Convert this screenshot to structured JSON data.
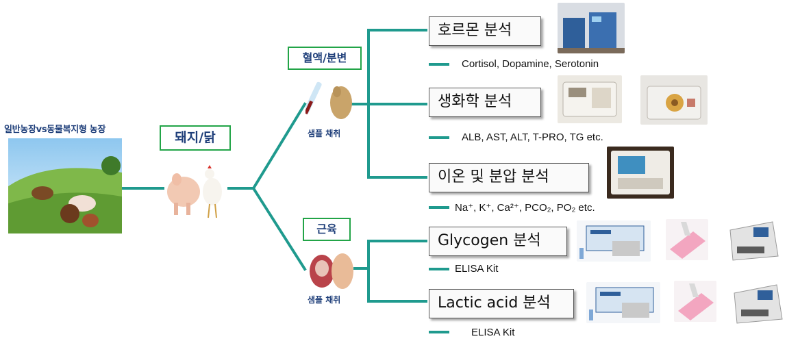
{
  "farm_title": "일반농장vs동물복지형 농장",
  "animals_label": "돼지/닭",
  "branches": {
    "blood": {
      "label": "혈액/분변",
      "sample_label": "샘플 채취"
    },
    "muscle": {
      "label": "근육",
      "sample_label": "샘플 채취"
    }
  },
  "analyses": [
    {
      "title": "호르몬 분석",
      "detail": "Cortisol, Dopamine, Serotonin"
    },
    {
      "title": "생화학 분석",
      "detail": "ALB, AST, ALT, T-PRO, TG etc."
    },
    {
      "title": "이온 및 분압 분석",
      "detail": "Na⁺, K⁺, Ca²⁺, PCO₂, PO₂ etc."
    },
    {
      "title": "Glycogen 분석",
      "detail": "ELISA Kit"
    },
    {
      "title": "Lactic acid 분석",
      "detail": "ELISA Kit"
    }
  ],
  "colors": {
    "connector": "#1f9a8e",
    "box_border": "#22a447",
    "label_text": "#1f3f7a"
  }
}
